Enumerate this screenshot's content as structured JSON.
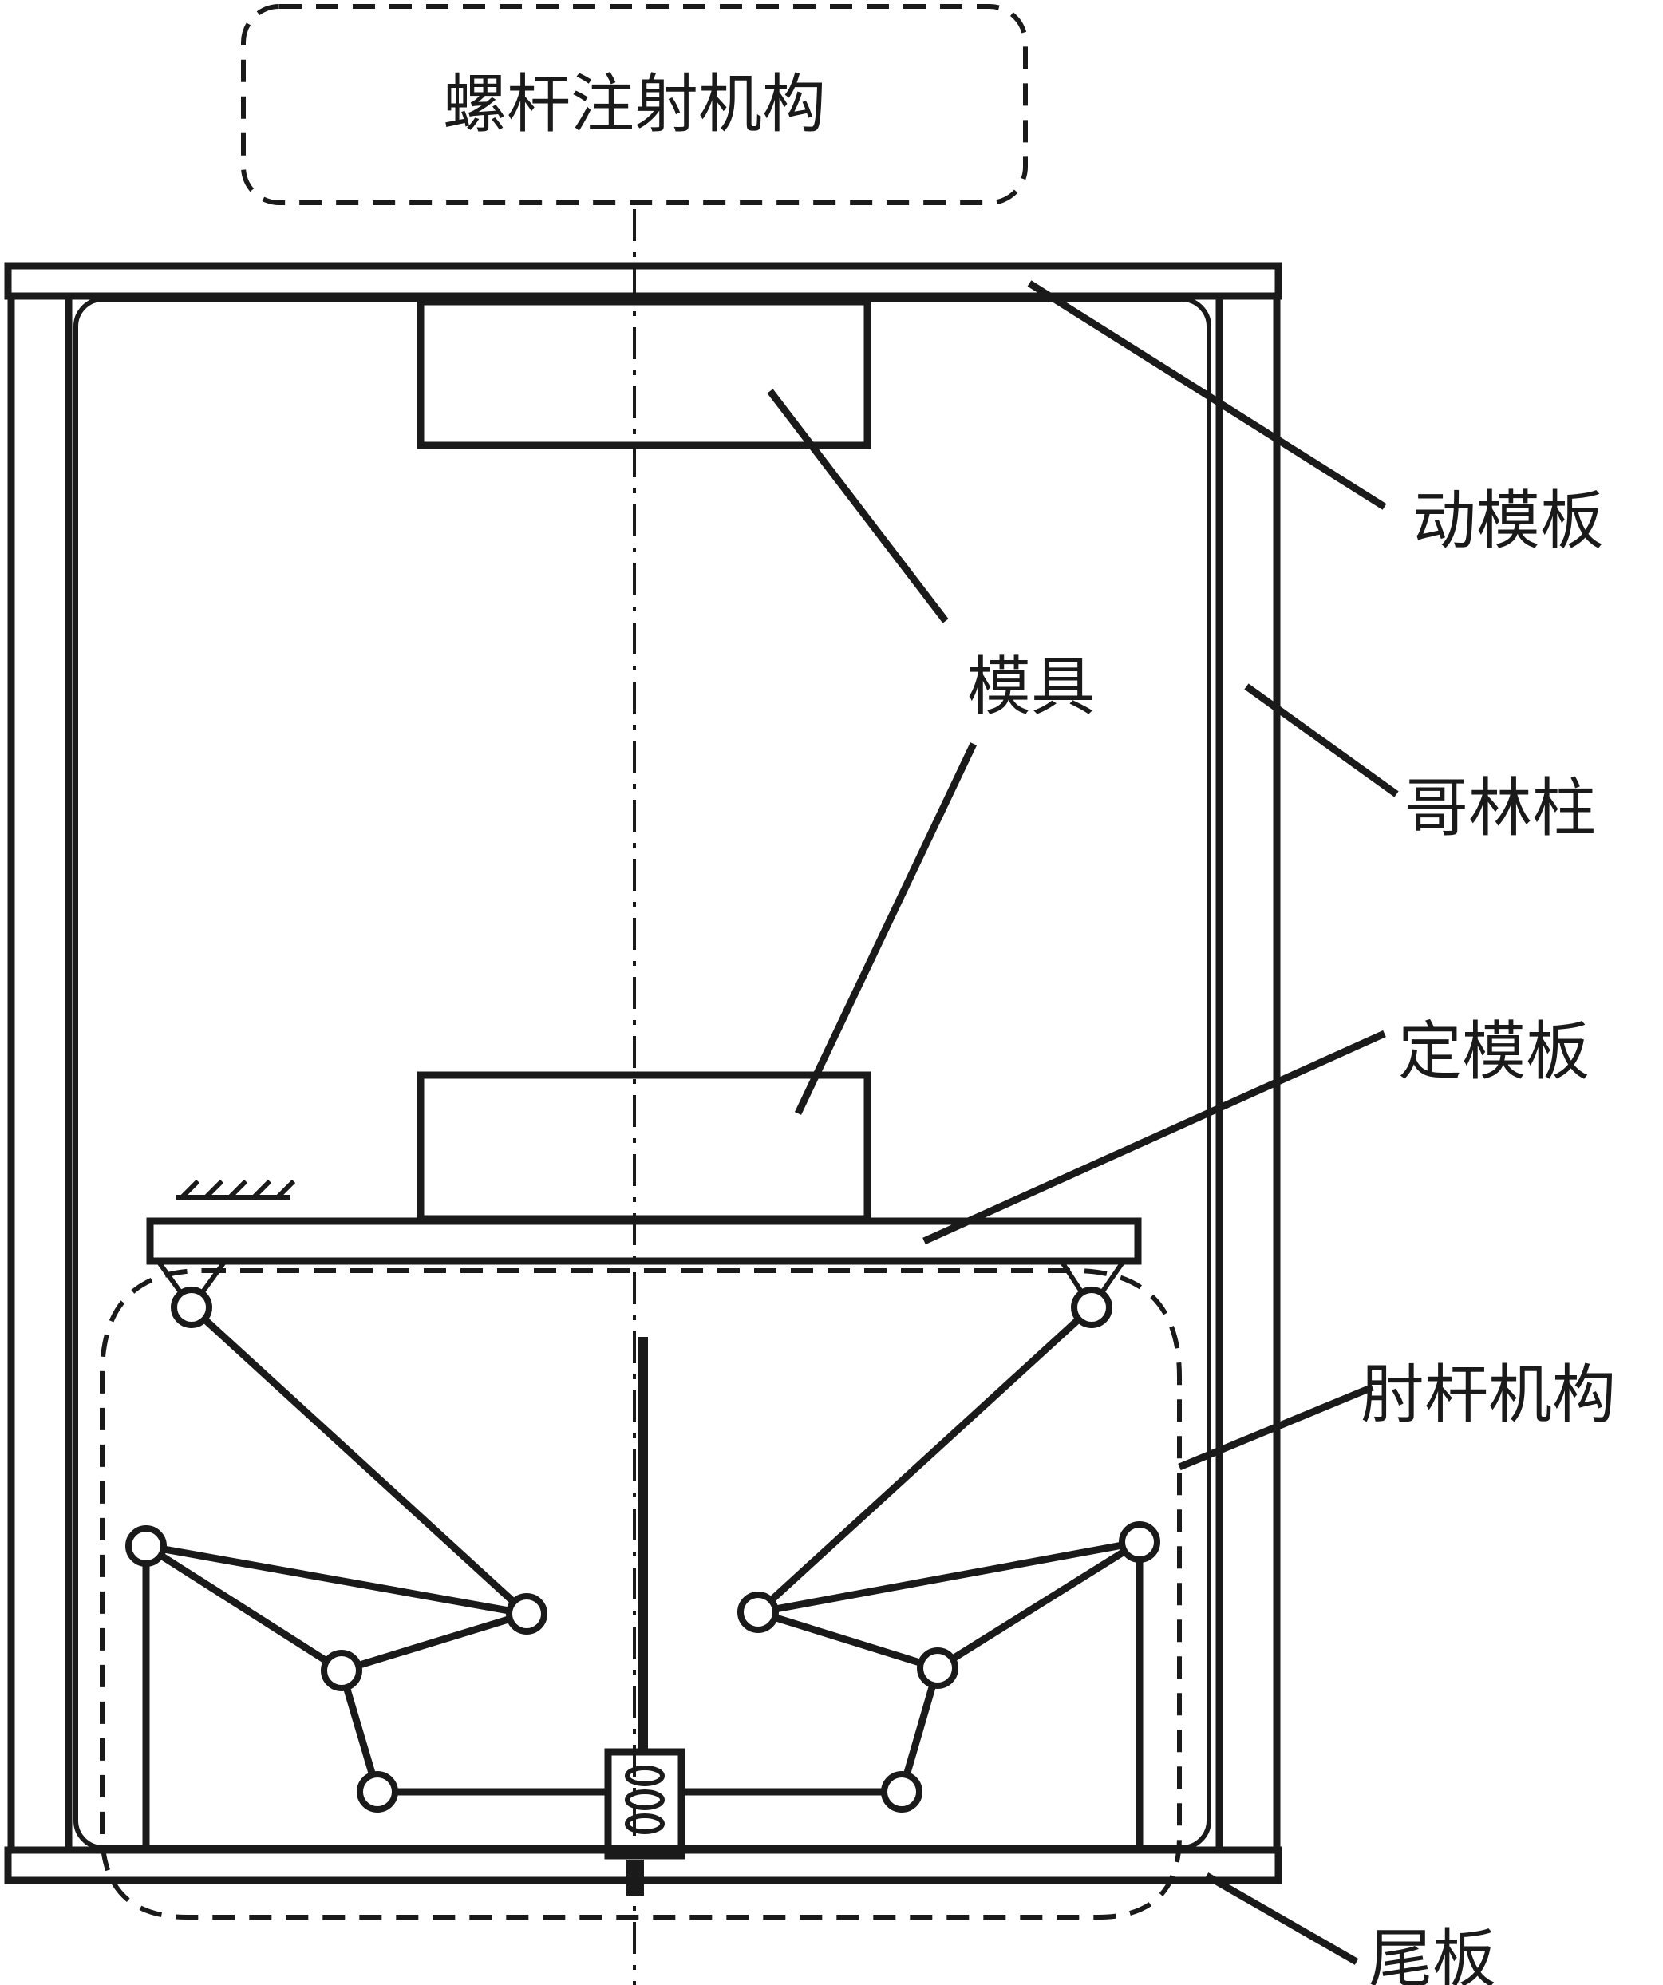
{
  "labels": {
    "injection": "螺杆注射机构",
    "moving_platen": "动模板",
    "mold": "模具",
    "tie_bar": "哥林柱",
    "fixed_platen": "定模板",
    "toggle": "肘杆机构",
    "tail_plate": "尾板"
  },
  "colors": {
    "line": "#1a1a1a",
    "background": "#ffffff"
  }
}
